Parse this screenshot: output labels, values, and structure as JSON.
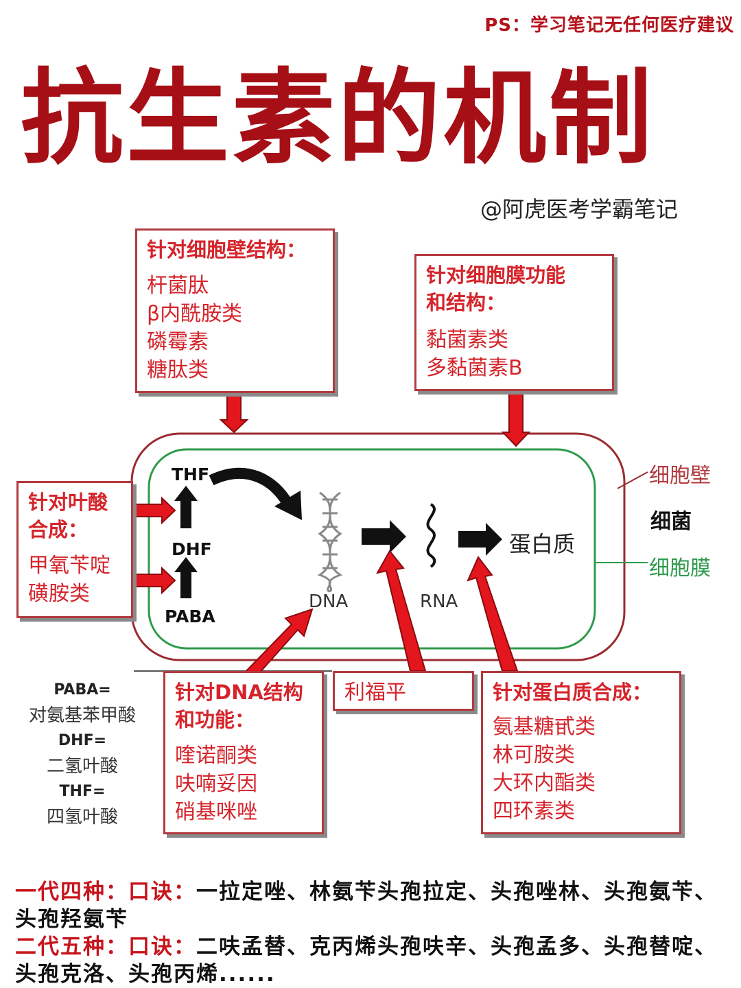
{
  "header": {
    "disclaimer": "PS：学习笔记无任何医疗建议",
    "title": "抗生素的机制",
    "author": "@阿虎医考学霸笔记"
  },
  "colors": {
    "title_red": "#a60f16",
    "box_text_red": "#d5242b",
    "cell_wall": "#9a2b30",
    "cell_membrane": "#2e9a4b",
    "arrow_red": "#e3161d"
  },
  "boxes": {
    "cell_wall": {
      "title": "针对细胞壁结构：",
      "items": [
        "杆菌肽",
        "β内酰胺类",
        "磷霉素",
        "糖肽类"
      ]
    },
    "membrane": {
      "title_line1": "针对细胞膜功能",
      "title_line2": "和结构：",
      "items": [
        "黏菌素类",
        "多黏菌素B"
      ]
    },
    "folate": {
      "title_line1": "针对叶酸",
      "title_line2": "合成：",
      "items": [
        "甲氧苄啶",
        "磺胺类"
      ]
    },
    "dna": {
      "title_line1": "针对DNA结构",
      "title_line2": "和功能：",
      "items": [
        "喹诺酮类",
        "呋喃妥因",
        "硝基咪唑"
      ]
    },
    "rifampin": {
      "title": "利福平"
    },
    "protein": {
      "title": "针对蛋白质合成：",
      "items": [
        "氨基糖甙类",
        "林可胺类",
        "大环内酯类",
        "四环素类"
      ]
    }
  },
  "cell": {
    "wall_label": "细胞壁",
    "bacteria_label": "细菌",
    "membrane_label": "细胞膜",
    "thf": "THF",
    "dhf": "DHF",
    "paba": "PABA",
    "dna": "DNA",
    "rna": "RNA",
    "protein": "蛋白质"
  },
  "legend": {
    "paba_key": "PABA=",
    "paba_val": "对氨基苯甲酸",
    "dhf_key": "DHF=",
    "dhf_val": "二氢叶酸",
    "thf_key": "THF=",
    "thf_val": "四氢叶酸"
  },
  "mnemonics": {
    "gen1_label": "一代四种：口诀：",
    "gen1_text": "一拉定唑、林氨苄头孢拉定、头孢唑林、头孢氨苄、头孢羟氨苄",
    "gen2_label": "二代五种：口诀：",
    "gen2_text": "二呋孟替、克丙烯头孢呋辛、头孢孟多、头孢替啶、头孢克洛、头孢丙烯......"
  }
}
